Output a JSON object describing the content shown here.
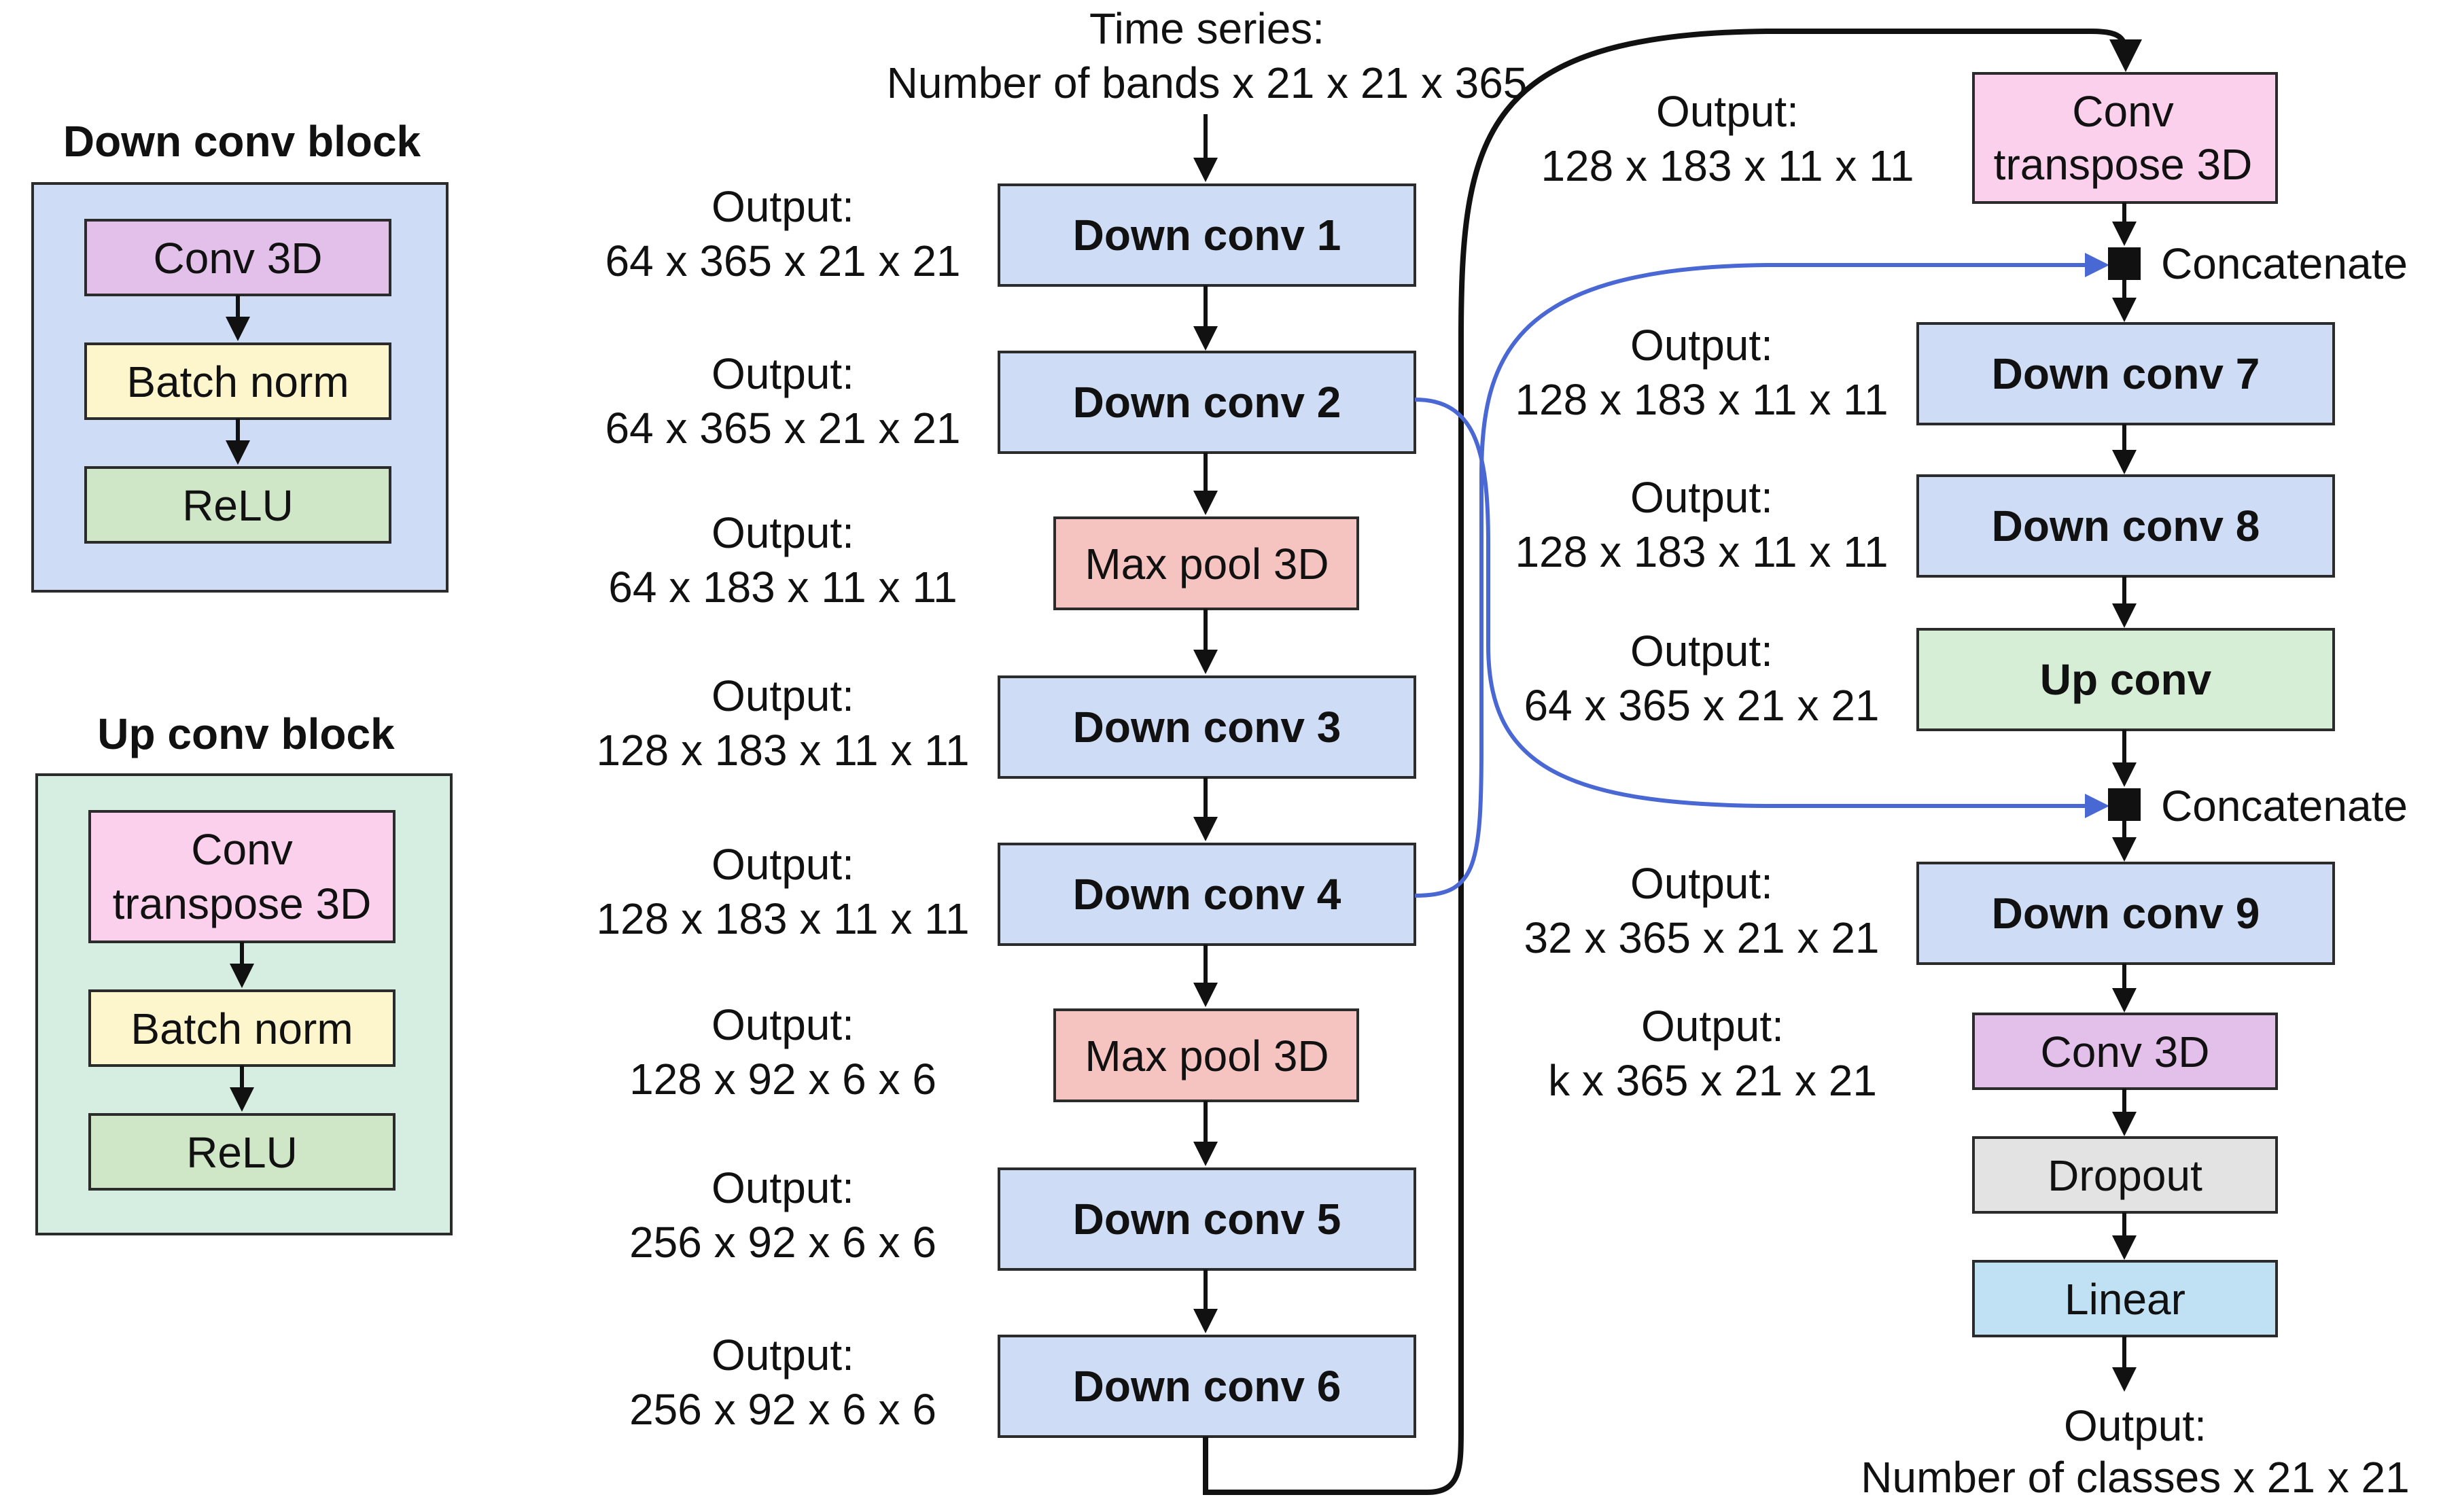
{
  "colors": {
    "down_block_fill": "#cfdcf5",
    "up_block_fill": "#d6ede1",
    "conv3d": "#e2c0ea",
    "batchnorm": "#fdf6cd",
    "relu": "#cfe6c7",
    "convtranspose": "#fbd0ec",
    "downconv": "#cfdcf5",
    "maxpool": "#f6c4c0",
    "upconv": "#d6eed6",
    "dropout": "#e3e3e3",
    "linear": "#bfe1f3",
    "skip_arrow": "#4a68d4"
  },
  "legend": {
    "down": {
      "title": "Down conv block",
      "items": [
        "Conv 3D",
        "Batch norm",
        "ReLU"
      ]
    },
    "up": {
      "title": "Up conv block",
      "items": [
        "Conv",
        "transpose 3D",
        "Batch norm",
        "ReLU"
      ]
    }
  },
  "input": {
    "line1": "Time series:",
    "line2": "Number of bands x 21 x 21 x 365"
  },
  "encoder": [
    {
      "label": "Down conv 1",
      "output_label": "Output:",
      "output_shape": "64 x 365 x 21 x 21"
    },
    {
      "label": "Down conv 2",
      "output_label": "Output:",
      "output_shape": "64 x 365 x 21 x 21"
    },
    {
      "label": "Max pool 3D",
      "output_label": "Output:",
      "output_shape": "64 x 183 x 11 x 11"
    },
    {
      "label": "Down conv 3",
      "output_label": "Output:",
      "output_shape": "128 x 183 x 11 x 11"
    },
    {
      "label": "Down conv 4",
      "output_label": "Output:",
      "output_shape": "128 x 183 x 11 x 11"
    },
    {
      "label": "Max pool 3D",
      "output_label": "Output:",
      "output_shape": "128 x 92 x 6 x 6"
    },
    {
      "label": "Down conv 5",
      "output_label": "Output:",
      "output_shape": "256 x 92 x 6 x 6"
    },
    {
      "label": "Down conv 6",
      "output_label": "Output:",
      "output_shape": "256 x 92 x 6 x 6"
    }
  ],
  "decoder": {
    "conv_transpose": {
      "line1": "Conv",
      "line2": "transpose 3D",
      "output_label": "Output:",
      "output_shape": "128 x 183 x 11 x 11"
    },
    "concat_label": "Concatenate",
    "down7": {
      "label": "Down conv 7",
      "output_label": "Output:",
      "output_shape": "128 x 183 x 11 x 11"
    },
    "down8": {
      "label": "Down conv 8",
      "output_label": "Output:",
      "output_shape": "128 x 183 x 11 x 11"
    },
    "upconv": {
      "label": "Up conv",
      "output_label": "Output:",
      "output_shape": "64 x 365 x 21 x 21"
    },
    "down9": {
      "label": "Down conv 9",
      "output_label": "Output:",
      "output_shape": "32 x 365 x 21 x 21"
    },
    "conv3d": {
      "label": "Conv 3D",
      "output_label": "Output:",
      "output_shape": "k x 365 x 21 x 21"
    },
    "dropout": "Dropout",
    "linear": "Linear",
    "final": {
      "line1": "Output:",
      "line2": "Number of classes x 21 x 21"
    }
  }
}
